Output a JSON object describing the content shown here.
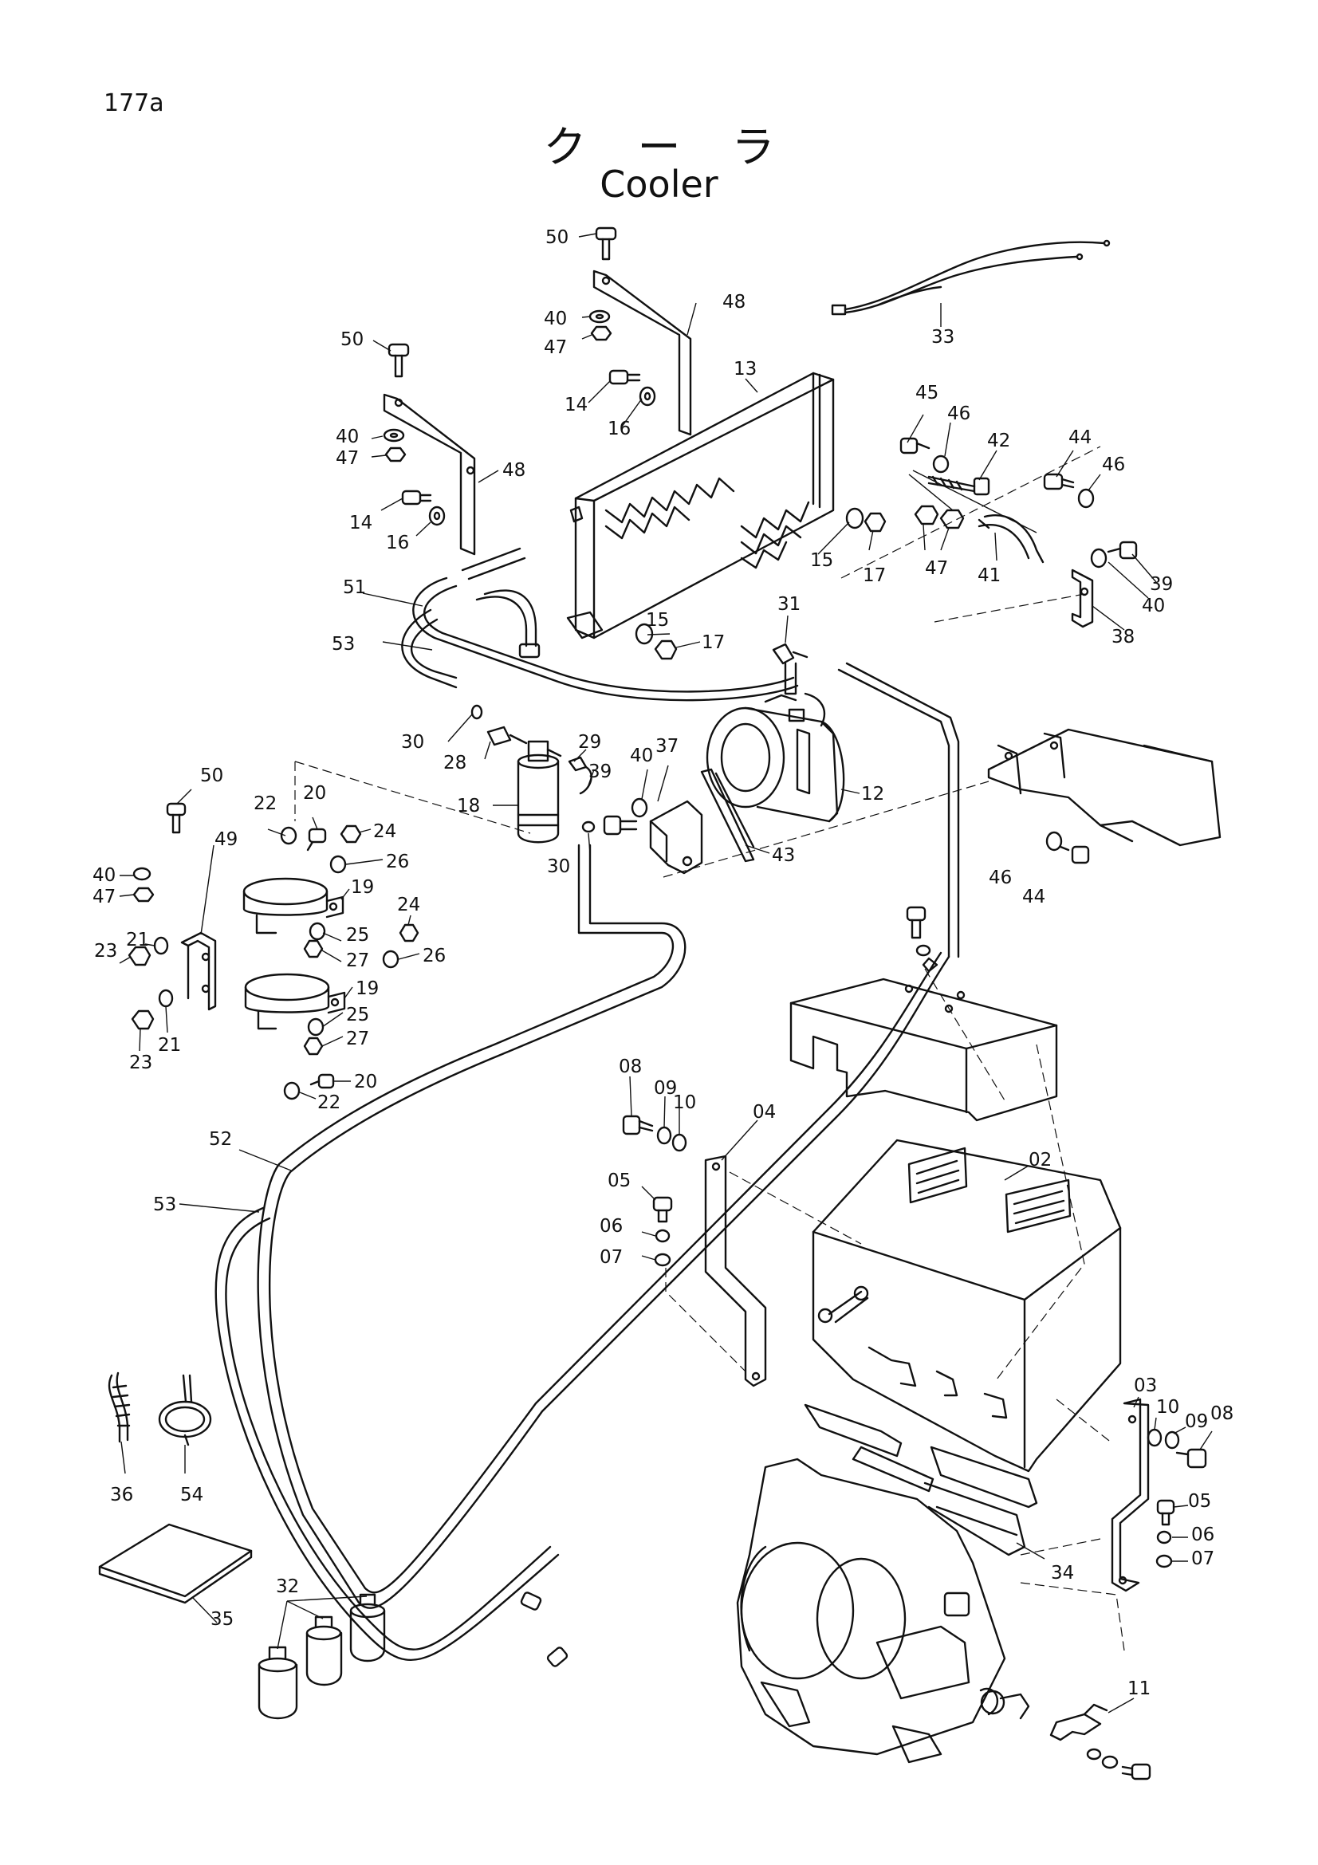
{
  "header": {
    "page_number": "177a",
    "title_jp": "クーラ",
    "title_en": "Cooler"
  },
  "part_labels": {
    "p50a": "50",
    "p40a": "40",
    "p47a": "47",
    "p48a": "48",
    "p33": "33",
    "p13": "13",
    "p14a": "14",
    "p16a": "16",
    "p50b": "50",
    "p40b": "40",
    "p47b": "47",
    "p48b": "48",
    "p14b": "14",
    "p16b": "16",
    "p45": "45",
    "p46a": "46",
    "p42": "42",
    "p44a": "44",
    "p46b": "46",
    "p15a": "15",
    "p17a": "17",
    "p47c": "47",
    "p41": "41",
    "p39a": "39",
    "p40c": "40",
    "p38": "38",
    "p51": "51",
    "p53a": "53",
    "p15b": "15",
    "p17b": "17",
    "p31": "31",
    "p30a": "30",
    "p28": "28",
    "p29": "29",
    "p39b": "39",
    "p40d": "40",
    "p37": "37",
    "p18": "18",
    "p12": "12",
    "p30b": "30",
    "p43": "43",
    "p50c": "50",
    "p49": "49",
    "p22a": "22",
    "p20a": "20",
    "p24a": "24",
    "p26a": "26",
    "p19a": "19",
    "p40e": "40",
    "p47d": "47",
    "p21a": "21",
    "p23a": "23",
    "p24b": "24",
    "p25a": "25",
    "p27a": "27",
    "p26b": "26",
    "p19b": "19",
    "p25b": "25",
    "p27b": "27",
    "p23b": "23",
    "p21b": "21",
    "p20b": "20",
    "p22b": "22",
    "p46c": "46",
    "p44b": "44",
    "p08a": "08",
    "p09a": "09",
    "p10a": "10",
    "p04": "04",
    "p02": "02",
    "p52": "52",
    "p05a": "05",
    "p06a": "06",
    "p07a": "07",
    "p53b": "53",
    "p03": "03",
    "p10b": "10",
    "p09b": "09",
    "p08b": "08",
    "p36": "36",
    "p54": "54",
    "p05b": "05",
    "p06b": "06",
    "p07b": "07",
    "p34": "34",
    "p35": "35",
    "p32": "32",
    "p11": "11"
  }
}
